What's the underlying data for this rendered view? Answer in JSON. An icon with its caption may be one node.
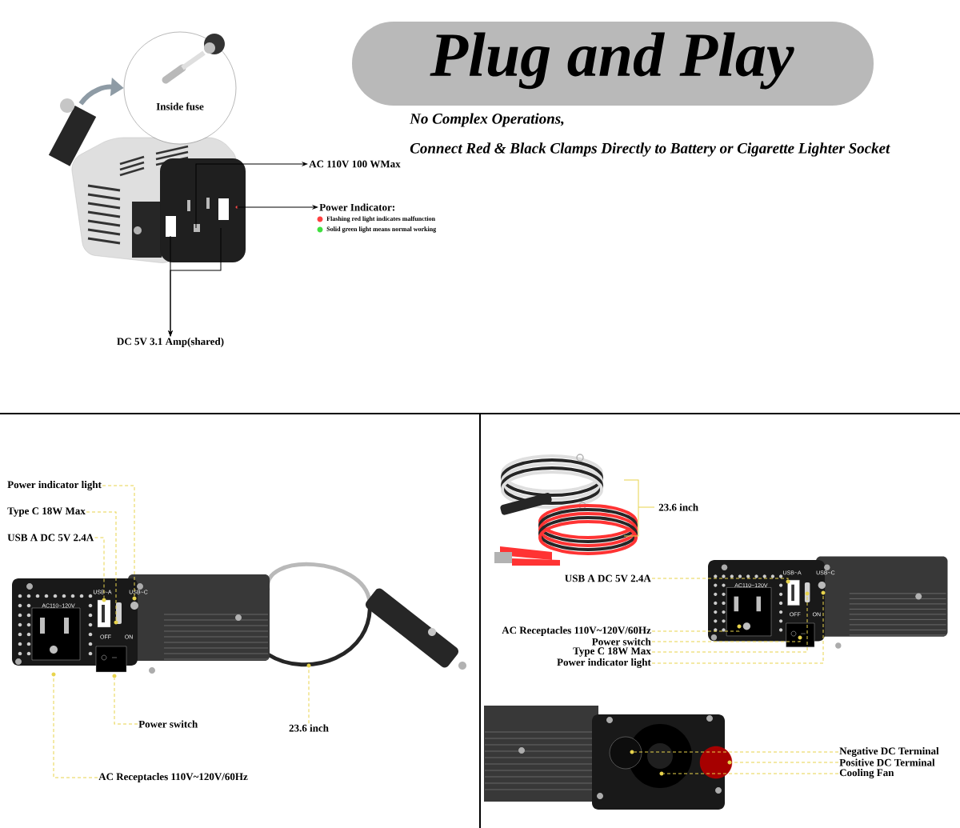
{
  "diagram": {
    "title": "Plug and Play",
    "nodes": [
      {
        "text": [],
        "shape": "picture"
      },
      {
        "text": [
          "Inside fuse"
        ]
      },
      {
        "text": [
          "AC 110V 100 WMax"
        ]
      },
      {
        "text": [
          "Power Indicator:"
        ]
      },
      {
        "text": [
          "DC 5V 3.1 Amp(shared)"
        ]
      },
      {
        "text": [
          "Power indicator light"
        ]
      },
      {
        "text": [
          "Type C 18W Max"
        ]
      },
      {
        "text": [
          "USB A DC 5V 2.4A"
        ]
      },
      {
        "text": [
          "Power switch"
        ]
      },
      {
        "text": [
          "23.6 inch"
        ]
      },
      {
        "text": [
          "AC Receptacles 110V~120V/60Hz"
        ]
      },
      {
        "text": [
          "23.6 inch"
        ]
      },
      {
        "text": [
          "USB A DC 5V 2.4A"
        ]
      },
      {
        "text": [
          "AC Receptacles 110V~120V/60Hz"
        ]
      },
      {
        "text": [
          "Power switch"
        ]
      },
      {
        "text": [
          "Type C 18W Max"
        ]
      },
      {
        "text": [
          "Power indicator light"
        ]
      },
      {
        "text": [
          "Negative DC Terminal"
        ]
      },
      {
        "text": [
          "Positive DC Terminal"
        ]
      },
      {
        "text": [
          "Cooling Fan"
        ]
      },
      {
        "text": [],
        "shape": "picture"
      },
      {
        "text": [],
        "shape": "picture"
      },
      {
        "text": [],
        "shape": "picture"
      },
      {
        "text": [],
        "shape": "circle",
        "in": 20
      },
      {
        "text": [],
        "shape": "circle",
        "in": 20
      },
      {
        "text": [],
        "shape": "circle",
        "in": 20
      },
      {
        "text": [],
        "shape": "circle",
        "in": 20
      },
      {
        "text": [],
        "shape": "circle"
      },
      {
        "text": [],
        "shape": "circle",
        "in": 20
      },
      {
        "text": [],
        "shape": "circle",
        "in": 21
      },
      {
        "text": [],
        "shape": "circle",
        "in": 21
      },
      {
        "text": [],
        "shape": "circle",
        "in": 21
      },
      {
        "text": [],
        "shape": "circle",
        "in": 21
      },
      {
        "text": [],
        "shape": "circle",
        "in": 21
      },
      {
        "text": [],
        "shape": "circle",
        "in": 22
      },
      {
        "text": [],
        "shape": "circle",
        "in": 22
      },
      {
        "text": [],
        "shape": "circle",
        "in": 22
      }
    ],
    "edges": [
      {
        "from": 0,
        "to": 1,
        "arrow": "to",
        "style": "thick",
        "color": "#8e9ba5"
      },
      {
        "from": 0,
        "to": 2,
        "arrow": "to",
        "color": "#000000"
      },
      {
        "from": 0,
        "to": 3,
        "arrow": "to",
        "color": "#000000"
      },
      {
        "from": 0,
        "to": 4,
        "arrow": "to",
        "color": "#000000"
      },
      {
        "from": 0,
        "to": 4,
        "arrow": "to",
        "color": "#000000"
      },
      {
        "from": 5,
        "to": 23,
        "arrow": "none",
        "style": "dashed",
        "color": "#e8d44d"
      },
      {
        "from": 6,
        "to": 24,
        "arrow": "none",
        "style": "dashed",
        "color": "#e8d44d"
      },
      {
        "from": 7,
        "to": 25,
        "arrow": "none",
        "style": "dashed",
        "color": "#e8d44d"
      },
      {
        "from": 8,
        "to": 26,
        "arrow": "none",
        "style": "dashed",
        "color": "#e8d44d"
      },
      {
        "from": 9,
        "to": 27,
        "arrow": "none",
        "style": "dashed",
        "color": "#e8d44d"
      },
      {
        "from": 10,
        "to": 28,
        "arrow": "none",
        "style": "dashed",
        "color": "#e8d44d"
      },
      {
        "from": 12,
        "to": 29,
        "arrow": "none",
        "style": "dashed",
        "color": "#e8d44d"
      },
      {
        "from": 13,
        "to": 30,
        "arrow": "none",
        "style": "dashed",
        "color": "#e8d44d"
      },
      {
        "from": 14,
        "to": 31,
        "arrow": "none",
        "style": "dashed",
        "color": "#e8d44d"
      },
      {
        "from": 15,
        "to": 32,
        "arrow": "none",
        "style": "dashed",
        "color": "#e8d44d"
      },
      {
        "from": 16,
        "to": 33,
        "arrow": "none",
        "style": "dashed",
        "color": "#e8d44d"
      },
      {
        "from": 17,
        "to": 34,
        "arrow": "none",
        "style": "dashed",
        "color": "#e8d44d"
      },
      {
        "from": 18,
        "to": 35,
        "arrow": "none",
        "style": "dashed",
        "color": "#e8d44d"
      },
      {
        "from": 19,
        "to": 36,
        "arrow": "none",
        "style": "dashed",
        "color": "#e8d44d"
      }
    ],
    "labels": [
      "No Complex Operations,",
      "Connect Red & Black Clamps Directly to Battery or Cigarette Lighter Socket",
      "AC110~120V",
      "USB~A",
      "USB~C",
      "OFF",
      "ON",
      "AC110~120V",
      "USB~A",
      "USB~C",
      "OFF",
      "ON"
    ],
    "legend": [
      {
        "text": "Flashing red light indicates malfunction",
        "color": "#ff4040"
      },
      {
        "text": "Solid green light means normal working",
        "color": "#40e040"
      }
    ]
  }
}
